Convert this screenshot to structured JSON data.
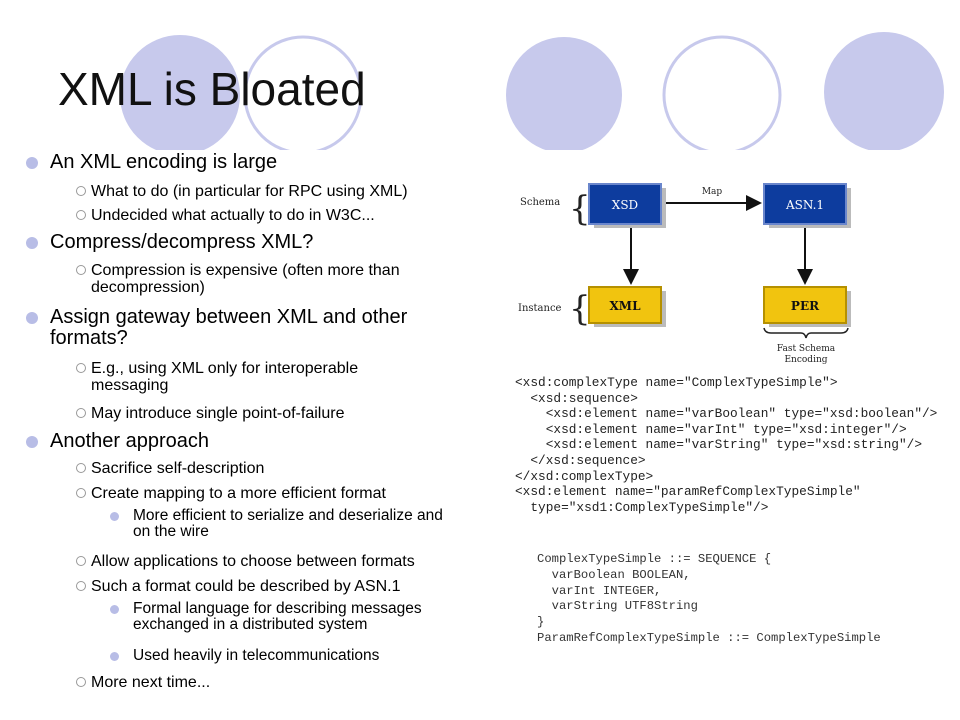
{
  "slide": {
    "title": "XML is Bloated",
    "colors": {
      "circle_fill": "#c7c9ec",
      "circle_outline": "#c7c9ec",
      "bullet": "#b8bde6",
      "box_blue": "#0d3c9e",
      "box_yellow": "#f1c40f"
    }
  },
  "bullets": [
    {
      "level": 1,
      "text": "An XML encoding is large"
    },
    {
      "level": 2,
      "text": "What to do (in particular for RPC using XML)"
    },
    {
      "level": 2,
      "text": "Undecided what actually to do in W3C..."
    },
    {
      "level": 1,
      "text": "Compress/decompress XML?"
    },
    {
      "level": 2,
      "lines": [
        "Compression is expensive (often more than",
        "decompression)"
      ]
    },
    {
      "level": 1,
      "lines": [
        "Assign gateway between XML and other",
        "formats?"
      ]
    },
    {
      "level": 2,
      "lines": [
        "E.g., using XML only for interoperable",
        "messaging"
      ]
    },
    {
      "level": 2,
      "text": "May introduce single point-of-failure"
    },
    {
      "level": 1,
      "text": "Another approach"
    },
    {
      "level": 2,
      "text": "Sacrifice self-description"
    },
    {
      "level": 2,
      "text": "Create mapping to a more efficient format"
    },
    {
      "level": 3,
      "lines": [
        "More efficient to serialize and deserialize and",
        "on the wire"
      ]
    },
    {
      "level": 2,
      "text": "Allow applications to choose between formats"
    },
    {
      "level": 2,
      "text": "Such a format could be described by ASN.1"
    },
    {
      "level": 3,
      "lines": [
        "Formal language for describing messages",
        "exchanged in a distributed system"
      ]
    },
    {
      "level": 3,
      "text": "Used heavily in telecommunications"
    },
    {
      "level": 2,
      "text": "More next time..."
    }
  ],
  "diagram": {
    "row_labels": {
      "schema": "Schema",
      "instance": "Instance"
    },
    "boxes": {
      "xsd": "XSD",
      "asn1": "ASN.1",
      "xml": "XML",
      "per": "PER"
    },
    "map_label": "Map",
    "caption_lines": [
      "Fast Schema",
      "Encoding"
    ]
  },
  "xsd_code": [
    "<xsd:complexType name=\"ComplexTypeSimple\">",
    "  <xsd:sequence>",
    "    <xsd:element name=\"varBoolean\" type=\"xsd:boolean\"/>",
    "    <xsd:element name=\"varInt\" type=\"xsd:integer\"/>",
    "    <xsd:element name=\"varString\" type=\"xsd:string\"/>",
    "  </xsd:sequence>",
    "</xsd:complexType>",
    "<xsd:element name=\"paramRefComplexTypeSimple\"",
    "  type=\"xsd1:ComplexTypeSimple\"/>"
  ],
  "asn_code": [
    "ComplexTypeSimple ::= SEQUENCE {",
    "  varBoolean BOOLEAN,",
    "  varInt INTEGER,",
    "  varString UTF8String",
    "}",
    "ParamRefComplexTypeSimple ::= ComplexTypeSimple"
  ]
}
